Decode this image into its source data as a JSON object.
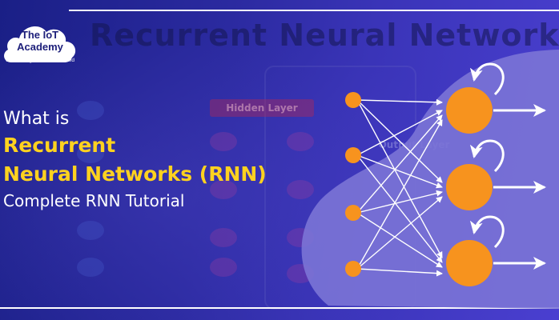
{
  "logo": {
    "name_line1": "The IoT",
    "name_line2": "Academy",
    "tagline": "Connecting The Unconnected"
  },
  "background": {
    "ghost_title": "Recurrent Neural Networks",
    "ghost_hidden_layer": "Hidden Layer",
    "ghost_output_layer": "Output Layer"
  },
  "headline": {
    "intro": "What is",
    "title_line1": "Recurrent",
    "title_line2": "Neural Networks (RNN)",
    "subtitle": "Complete RNN Tutorial"
  },
  "colors": {
    "background": "#2b2aa0",
    "accent_yellow": "#ffd21f",
    "node_orange": "#f7931e",
    "blob": "#7b74d6"
  },
  "diagram": {
    "input_node_count": 4,
    "output_node_count": 3
  }
}
